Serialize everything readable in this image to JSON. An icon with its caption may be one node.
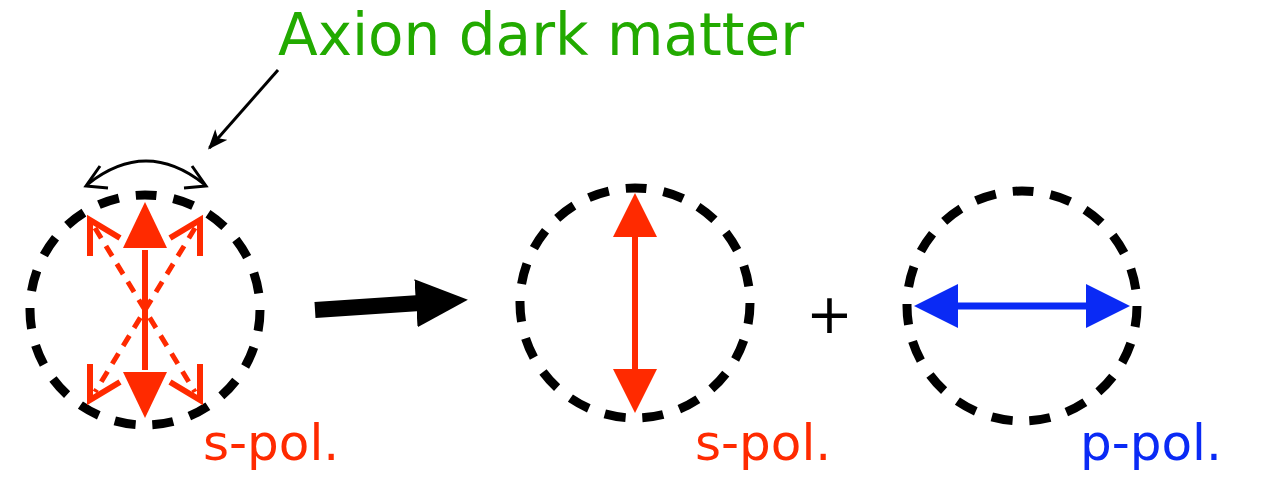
{
  "diagram": {
    "nodes": [
      {
        "text": [
          "Axion dark matter"
        ]
      },
      {
        "text": [],
        "shape": "arc"
      },
      {
        "text": [],
        "shape": "circle",
        "beside": [
          "s-pol."
        ]
      },
      {
        "text": [],
        "shape": "circle",
        "beside": [
          "s-pol."
        ]
      },
      {
        "text": [],
        "shape": "circle",
        "beside": [
          "p-pol."
        ]
      }
    ],
    "edges": [
      {
        "from": 0,
        "to": 1,
        "arrow": "to"
      },
      {
        "from": 2,
        "to": 3,
        "arrow": "to",
        "style": "thick"
      }
    ],
    "labels": [
      "+"
    ]
  }
}
